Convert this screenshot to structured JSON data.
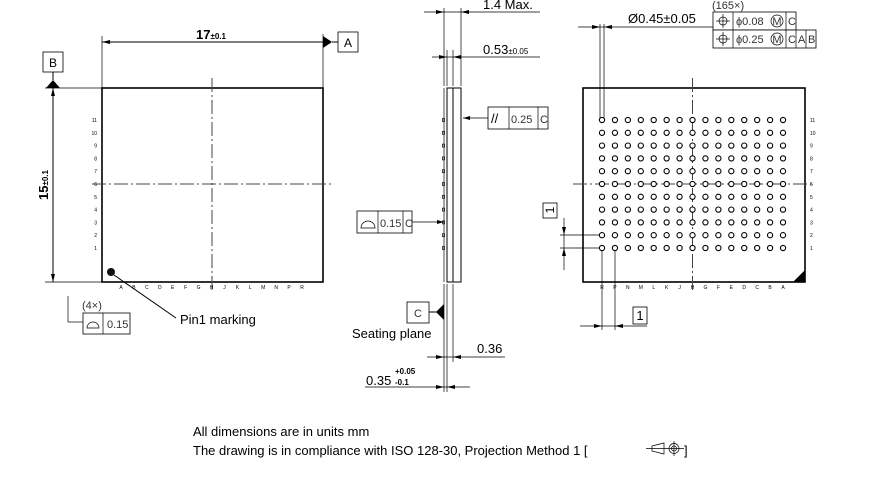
{
  "top_view": {
    "width_dim": "17",
    "width_tol": "±0.1",
    "height_dim": "15",
    "height_tol": "±0.1",
    "datum_a": "A",
    "datum_b": "B",
    "flatness_count": "(4×)",
    "flatness_value": "0.15",
    "pin1_label": "Pin1 marking",
    "row_labels": [
      "11",
      "10",
      "9",
      "8",
      "7",
      "6",
      "5",
      "4",
      "3",
      "2",
      "1"
    ],
    "col_labels": [
      "A",
      "B",
      "C",
      "D",
      "E",
      "F",
      "G",
      "H",
      "J",
      "K",
      "L",
      "M",
      "N",
      "P",
      "R"
    ]
  },
  "side_view": {
    "max_height": "1.4 Max.",
    "body_dim": "0.53",
    "body_tol": "±0.05",
    "parallel_value": "0.25",
    "parallel_datum": "C",
    "parallel_symbol": "//",
    "flatness_value": "0.15",
    "flatness_datum": "C",
    "datum_c": "C",
    "seating_plane": "Seating plane",
    "ball_dim": "0.36",
    "standoff_dim": "0.35",
    "standoff_tol_plus": "+0.05",
    "standoff_tol_minus": "-0.1"
  },
  "bottom_view": {
    "ball_count": "(165×)",
    "ball_dia": "Ø0.45±0.05",
    "position_tol_1": "ϕ0.08",
    "position_tol_1_datums": [
      "C"
    ],
    "position_tol_2": "ϕ0.25",
    "position_tol_2_datums": [
      "C",
      "A",
      "B"
    ],
    "mmc": "M",
    "pitch": "1",
    "row_labels": [
      "11",
      "10",
      "9",
      "8",
      "7",
      "6",
      "5",
      "4",
      "3",
      "2",
      "1"
    ],
    "col_labels": [
      "R",
      "P",
      "N",
      "M",
      "L",
      "K",
      "J",
      "H",
      "G",
      "F",
      "E",
      "D",
      "C",
      "B",
      "A"
    ]
  },
  "notes": {
    "line1": "All dimensions are in units mm",
    "line2": "The drawing is in compliance with ISO 128-30, Projection Method 1 [",
    "line2_end": "]"
  }
}
